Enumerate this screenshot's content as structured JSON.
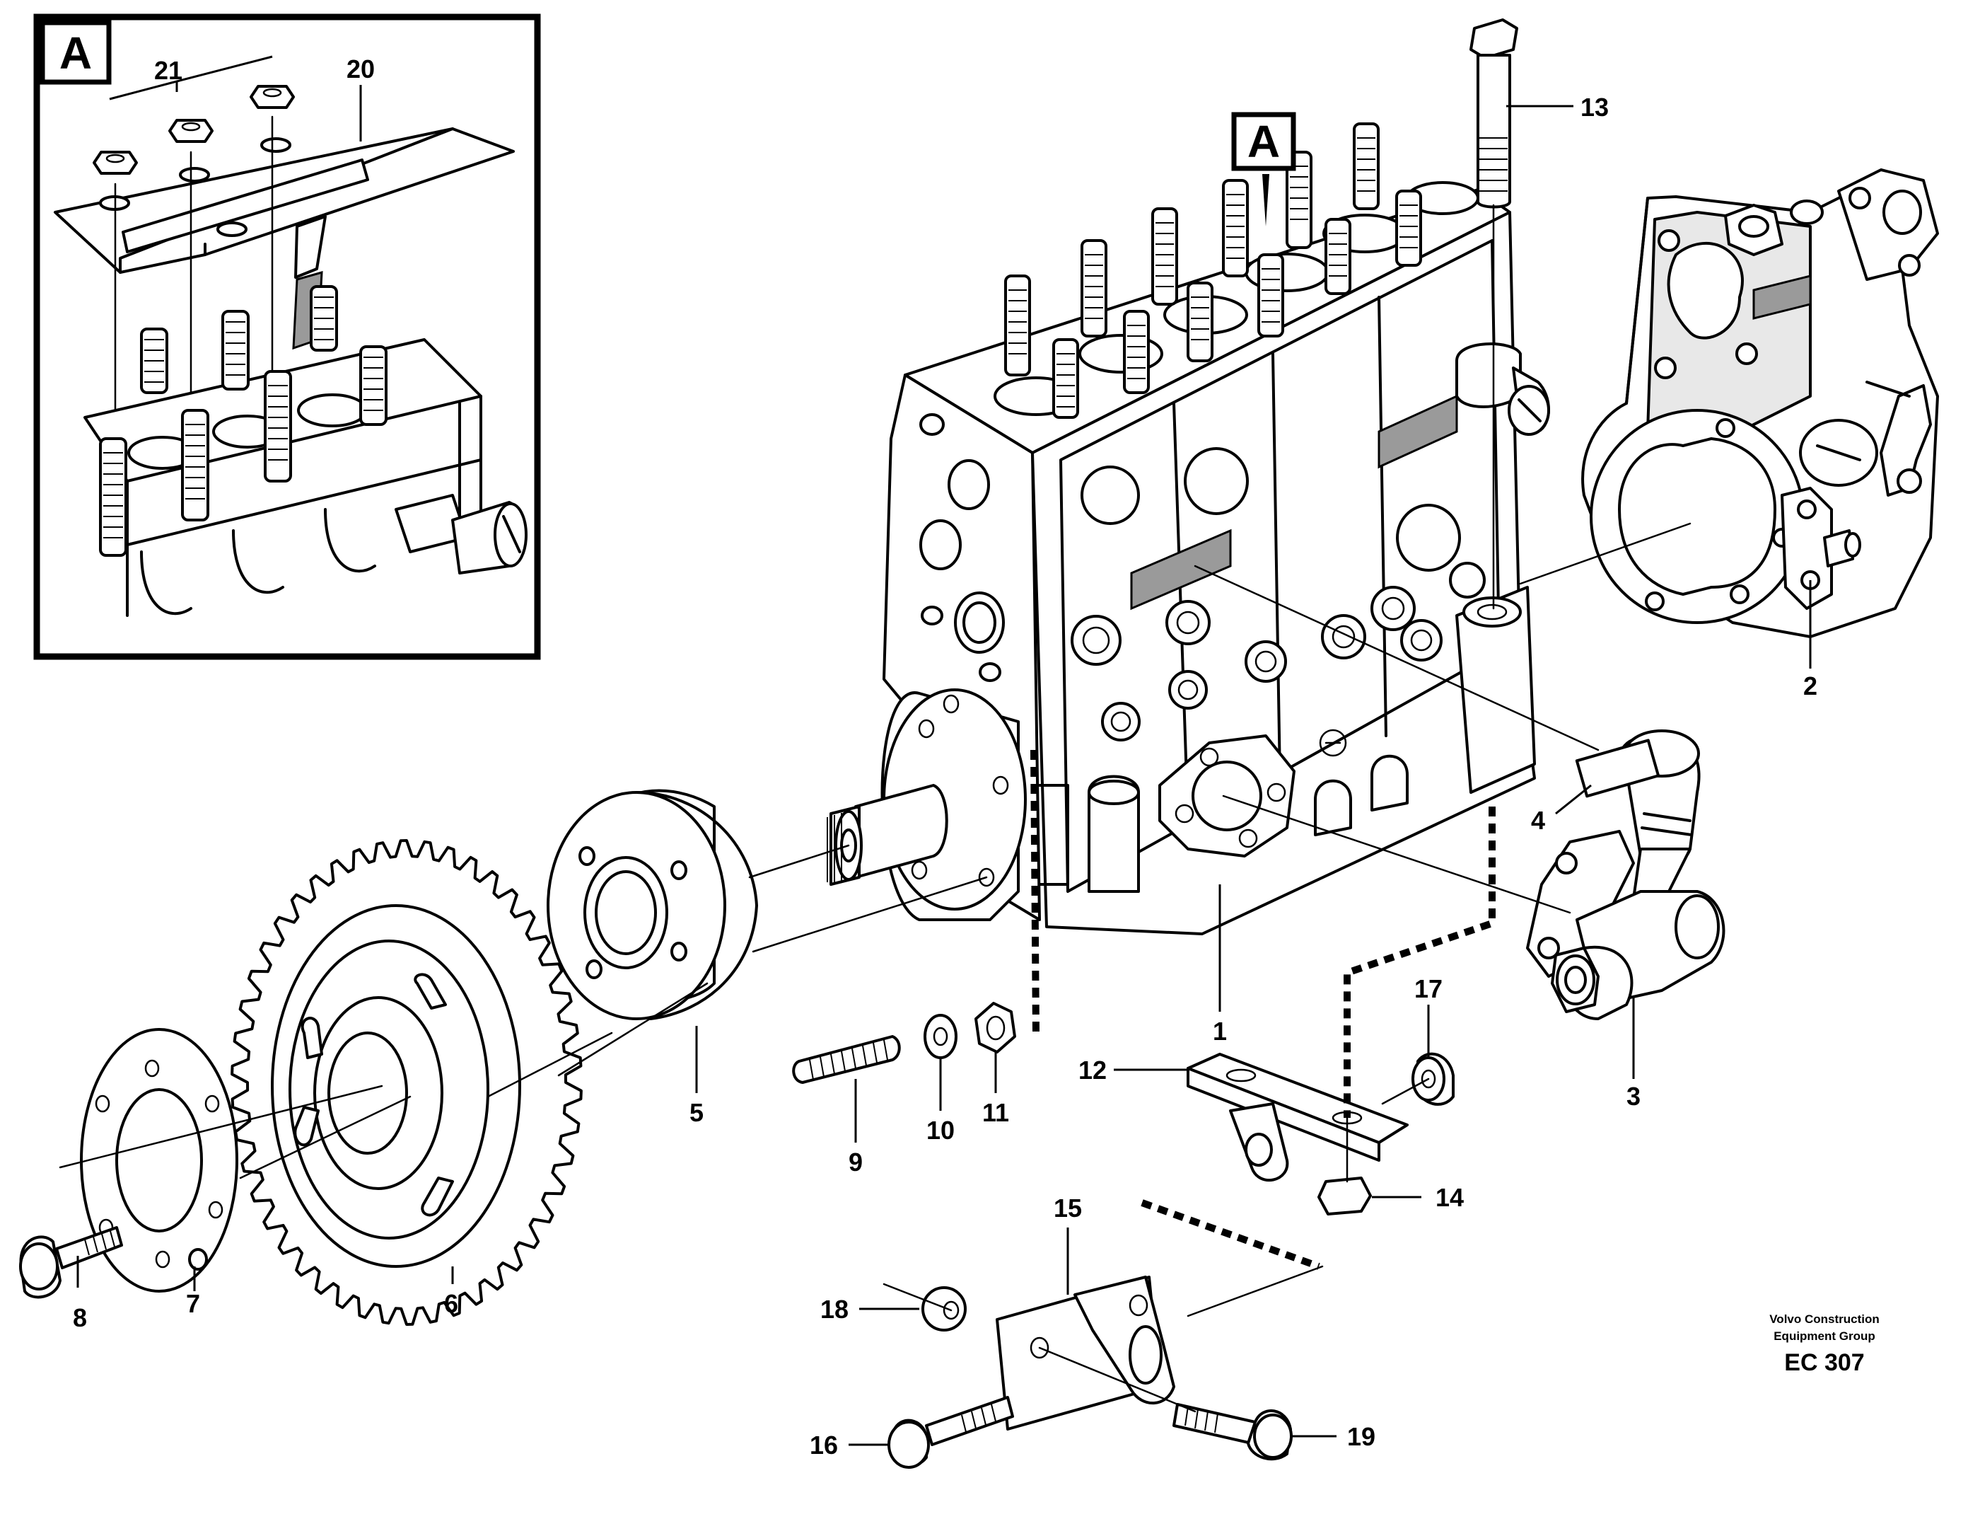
{
  "detail_label": "A",
  "callout_label": "A",
  "part_labels": [
    {
      "id": "p1",
      "text": "1"
    },
    {
      "id": "p2",
      "text": "2"
    },
    {
      "id": "p3",
      "text": "3"
    },
    {
      "id": "p4",
      "text": "4"
    },
    {
      "id": "p5",
      "text": "5"
    },
    {
      "id": "p6",
      "text": "6"
    },
    {
      "id": "p7",
      "text": "7"
    },
    {
      "id": "p8",
      "text": "8"
    },
    {
      "id": "p9",
      "text": "9"
    },
    {
      "id": "p10",
      "text": "10"
    },
    {
      "id": "p11",
      "text": "11"
    },
    {
      "id": "p12",
      "text": "12"
    },
    {
      "id": "p13",
      "text": "13"
    },
    {
      "id": "p14",
      "text": "14"
    },
    {
      "id": "p15",
      "text": "15"
    },
    {
      "id": "p16",
      "text": "16"
    },
    {
      "id": "p17",
      "text": "17"
    },
    {
      "id": "p18",
      "text": "18"
    },
    {
      "id": "p19",
      "text": "19"
    },
    {
      "id": "p20",
      "text": "20"
    },
    {
      "id": "p21",
      "text": "21"
    }
  ],
  "footer": {
    "manufacturer_line1": "Volvo Construction",
    "manufacturer_line2": "Equipment Group",
    "drawing_code": "EC 307"
  }
}
